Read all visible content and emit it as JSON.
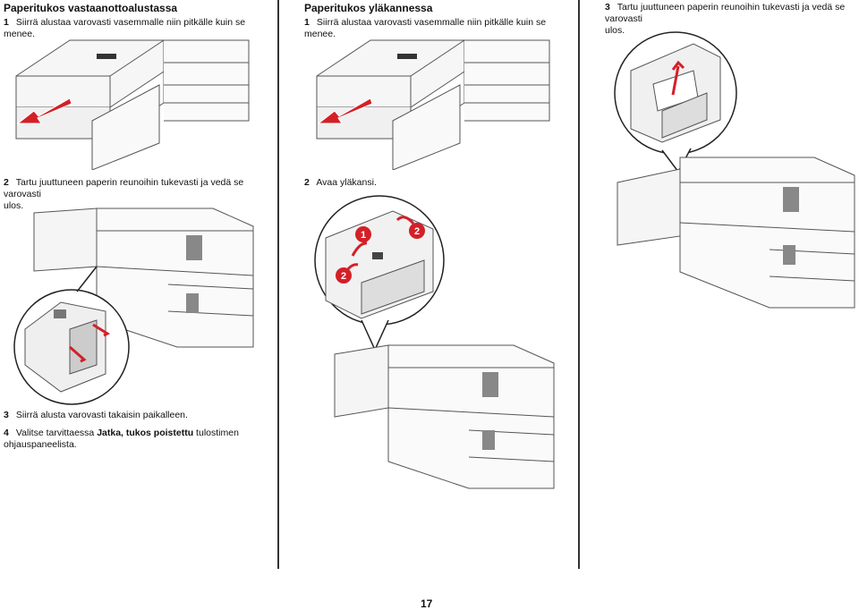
{
  "col1": {
    "heading": "Paperitukos vastaanottoalustassa",
    "step1": {
      "num": "1",
      "text": "Siirrä alustaa varovasti vasemmalle niin pitkälle kuin se menee."
    },
    "step2": {
      "num": "2",
      "line1": "Tartu juuttuneen paperin reunoihin tukevasti ja vedä se varovasti",
      "line2": "ulos."
    },
    "step3": {
      "num": "3",
      "text": "Siirrä alusta varovasti takaisin paikalleen."
    },
    "step4": {
      "num": "4",
      "pre": "Valitse tarvittaessa ",
      "bold": "Jatka, tukos poistettu",
      "post": " tulostimen",
      "line2": "ohjauspaneelista."
    }
  },
  "col2": {
    "heading": "Paperitukos yläkannessa",
    "step1": {
      "num": "1",
      "text": "Siirrä alustaa varovasti vasemmalle niin pitkälle kuin se menee."
    },
    "step2": {
      "num": "2",
      "text": "Avaa yläkansi."
    },
    "callout_labels": [
      "1",
      "2",
      "2"
    ]
  },
  "col3": {
    "step3": {
      "num": "3",
      "line1": "Tartu juuttuneen paperin reunoihin tukevasti ja vedä se varovasti",
      "line2": "ulos."
    }
  },
  "page_number": "17",
  "colors": {
    "arrow_red": "#d32027",
    "line": "#555555",
    "panel": "#e8e8e8"
  }
}
